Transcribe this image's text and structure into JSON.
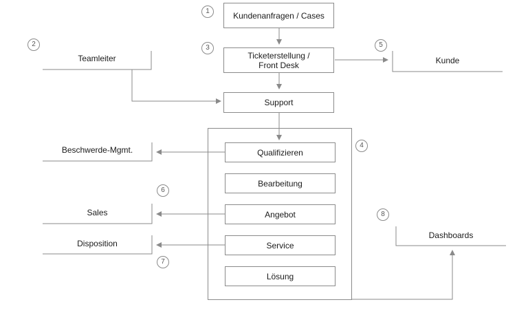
{
  "colors": {
    "line": "#8a8a8a",
    "text": "#1a1a1a"
  },
  "numbers": [
    "1",
    "2",
    "3",
    "4",
    "5",
    "6",
    "7",
    "8"
  ],
  "nodes": {
    "cases": "Kundenanfragen / Cases",
    "ticket_line1": "Ticketerstellung /",
    "ticket_line2": "Front Desk",
    "support": "Support",
    "qualifizieren": "Qualifizieren",
    "bearbeitung": "Bearbeitung",
    "angebot": "Angebot",
    "service": "Service",
    "loesung": "Lösung"
  },
  "external": {
    "teamleiter": "Teamleiter",
    "kunde": "Kunde",
    "beschwerde": "Beschwerde-Mgmt.",
    "sales": "Sales",
    "disposition": "Disposition",
    "dashboards": "Dashboards"
  }
}
